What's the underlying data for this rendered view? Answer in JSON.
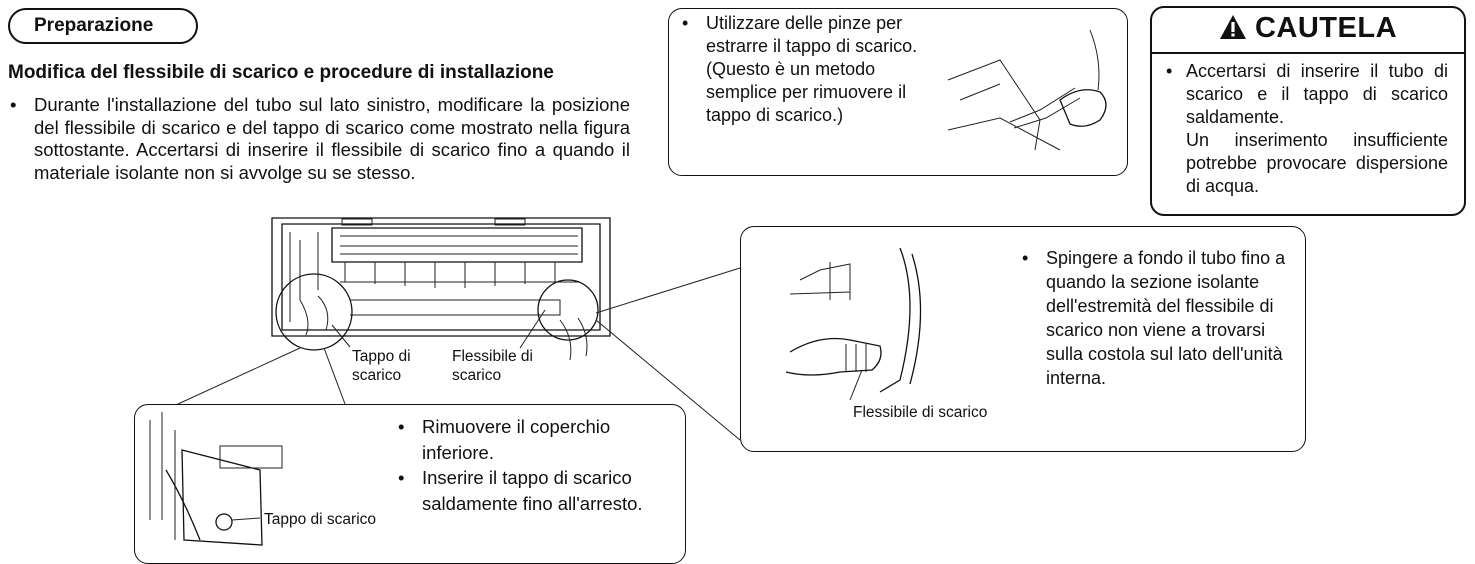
{
  "section_title": "Preparazione",
  "subheading": "Modifica del flessibile di scarico e procedure di installazione",
  "intro_bullet": "Durante l'installazione del tubo sul lato sinistro, modificare la posizione del flessibile di scarico e del tappo di scarico come mostrato nella figura sottostante. Accertarsi di inserire il flessibile di scarico fino a quando il materiale isolante non si avvolge su se stesso.",
  "pliers_box": {
    "bullet": "Utilizzare delle pinze per estrarre il tappo di scarico. (Questo è un metodo semplice per rimuovere il tappo di scarico.)"
  },
  "caution": {
    "title": "CAUTELA",
    "icon": "warning-triangle-icon",
    "lines": [
      "Accertarsi di inserire il tubo di scarico e il tappo di scarico saldamente.",
      "Un inserimento insufficiente potrebbe provocare dispersione di acqua."
    ]
  },
  "main_figure": {
    "label_plug": "Tappo di\nscarico",
    "label_hose": "Flessibile di\nscarico"
  },
  "right_box": {
    "bullet": "Spingere a fondo il tubo fino a quando la sezione isolante dell'estremità del flessibile di scarico non viene a trovarsi sulla costola sul lato dell'unità interna.",
    "label": "Flessibile di scarico"
  },
  "bottom_box": {
    "bullets": [
      "Rimuovere il coperchio inferiore.",
      "Inserire il tappo di scarico saldamente fino all'arresto."
    ],
    "label": "Tappo di scarico"
  }
}
